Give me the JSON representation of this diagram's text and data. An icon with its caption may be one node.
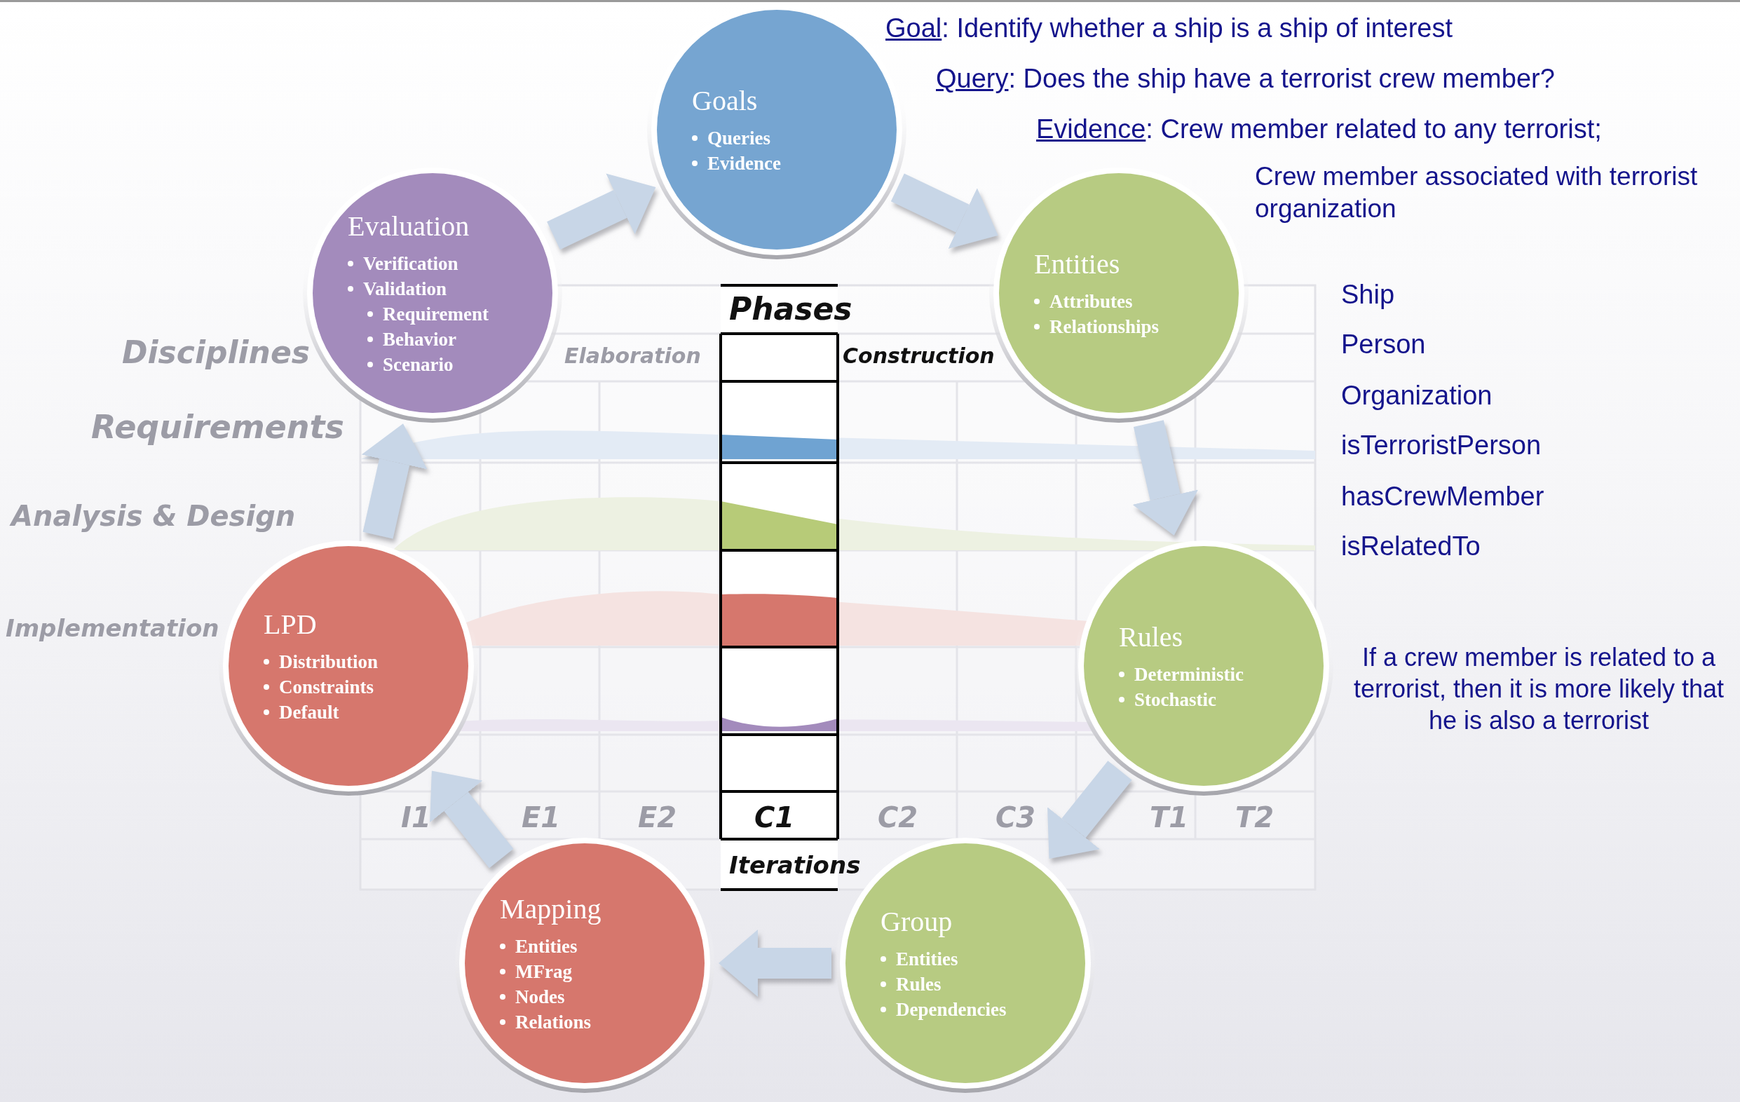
{
  "diagram": {
    "nodes": [
      {
        "text": [
          "Goals",
          "Queries",
          "Evidence"
        ]
      },
      {
        "text": [
          "Entities",
          "Attributes",
          "Relationships"
        ]
      },
      {
        "text": [
          "Rules",
          "Deterministic",
          "Stochastic"
        ]
      },
      {
        "text": [
          "Group",
          "Entities",
          "Rules",
          "Dependencies"
        ]
      },
      {
        "text": [
          "Mapping",
          "Entities",
          "MFrag",
          "Nodes",
          "Relations"
        ]
      },
      {
        "text": [
          "LPD",
          "Distribution",
          "Constraints",
          "Default"
        ]
      },
      {
        "text": [
          "Evaluation",
          "Verification",
          "Validation",
          "Requirement",
          "Behavior",
          "Scenario"
        ]
      }
    ],
    "edges": [
      {
        "from": 0,
        "to": 1,
        "arrow": "to"
      },
      {
        "from": 1,
        "to": 2,
        "arrow": "to"
      },
      {
        "from": 2,
        "to": 3,
        "arrow": "to"
      },
      {
        "from": 3,
        "to": 4,
        "arrow": "to"
      },
      {
        "from": 4,
        "to": 5,
        "arrow": "to"
      },
      {
        "from": 5,
        "to": 6,
        "arrow": "to"
      },
      {
        "from": 6,
        "to": 0,
        "arrow": "to"
      }
    ],
    "labels": [
      "Goal: Identify whether a ship is a ship of interest",
      "Query: Does the ship have a terrorist crew member?",
      "Evidence: Crew member related to any terrorist;",
      "Crew member associated with terrorist organization",
      "Ship",
      "Person",
      "Organization",
      "isTerroristPerson",
      "hasCrewMember",
      "isRelatedTo",
      "If a crew member is related to a terrorist, then it is more likely that he is also a terrorist",
      "Phases",
      "Disciplines",
      "Elaboration",
      "Construction",
      "Requirements",
      "Analysis & Design",
      "Implementation",
      "I1",
      "E1",
      "E2",
      "C1",
      "C2",
      "C3",
      "T1",
      "T2",
      "Iterations"
    ]
  }
}
